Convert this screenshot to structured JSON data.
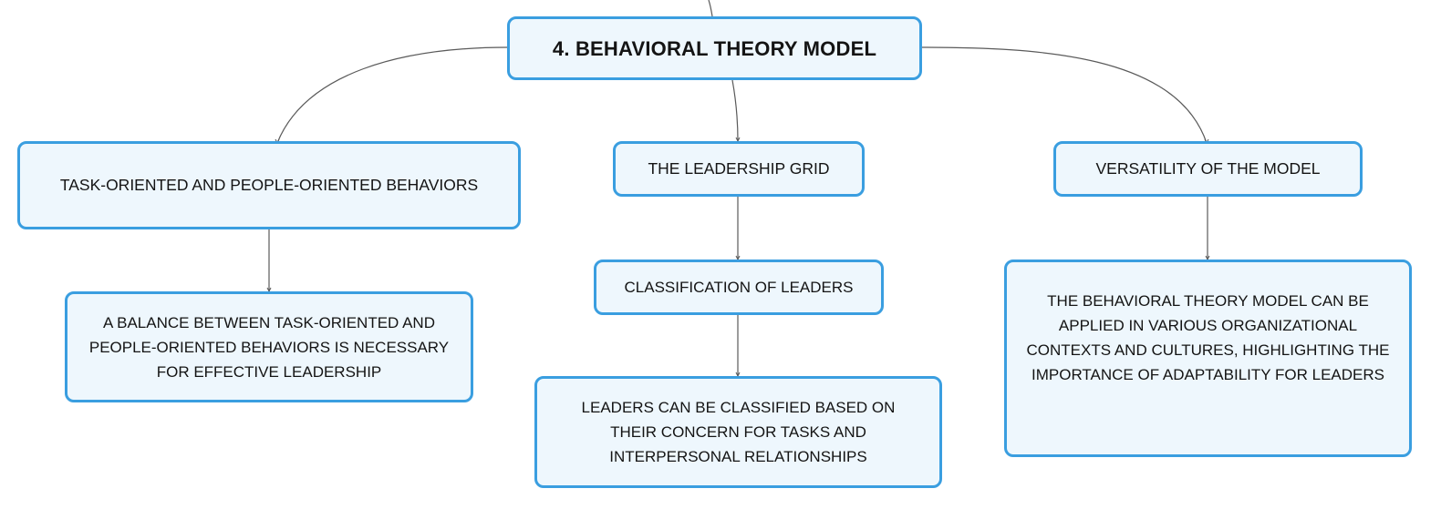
{
  "diagram": {
    "root": "4. BEHAVIORAL THEORY MODEL",
    "branches": [
      {
        "label": "TASK-ORIENTED AND PEOPLE-ORIENTED BEHAVIORS",
        "children": [
          "A BALANCE BETWEEN TASK-ORIENTED AND PEOPLE-ORIENTED BEHAVIORS IS NECESSARY FOR EFFECTIVE LEADERSHIP"
        ]
      },
      {
        "label": "THE LEADERSHIP GRID",
        "children": [
          "CLASSIFICATION OF LEADERS",
          "LEADERS CAN BE CLASSIFIED BASED ON THEIR CONCERN FOR TASKS AND INTERPERSONAL RELATIONSHIPS"
        ]
      },
      {
        "label": "VERSATILITY OF THE MODEL",
        "children": [
          "THE BEHAVIORAL THEORY MODEL CAN BE APPLIED IN VARIOUS ORGANIZATIONAL CONTEXTS AND CULTURES, HIGHLIGHTING THE IMPORTANCE OF ADAPTABILITY FOR LEADERS"
        ]
      }
    ]
  },
  "colors": {
    "node_fill": "#eef7fd",
    "node_border": "#3a9ee0",
    "connector": "#5a5a5a",
    "text": "#141414"
  }
}
